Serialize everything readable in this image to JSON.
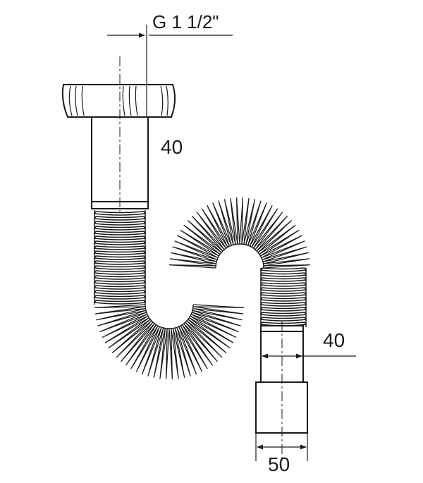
{
  "diagram": {
    "thread_label": "G 1 1/2\"",
    "pipe_diameter_label": "40",
    "outlet_diameter_label": "40",
    "outlet_socket_label": "50"
  },
  "colors": {
    "stroke": "#1a1a1a",
    "background": "#ffffff"
  }
}
